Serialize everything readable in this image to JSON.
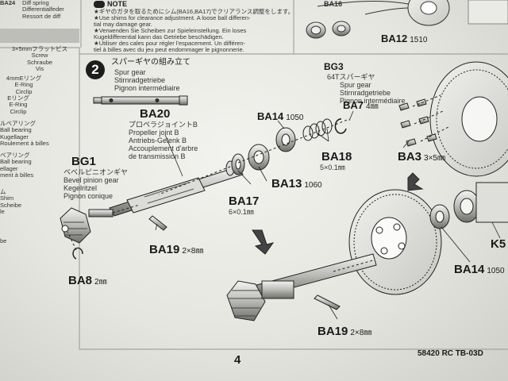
{
  "left_column": {
    "parts": [
      {
        "code": "BA24",
        "desc": "Diff spring\nDifferentialfeder\nRessort de diff"
      },
      {
        "code": "",
        "desc": "3×5mmフラットビス\nScrew\nSchraube\nVis"
      },
      {
        "code": "",
        "desc": "4mmEリング\nE-Ring\nCirclip"
      },
      {
        "code": "",
        "desc": "Eリング\nE-Ring\nCirclip"
      },
      {
        "code": "",
        "desc": "ルベアリング\nBall bearing\nKugellager\nRoulement à billes"
      },
      {
        "code": "",
        "desc": "ベアリング\nBall bearing\nellager\nment à billes"
      },
      {
        "code": "",
        "desc": "ム\nShim\nScheibe\nle"
      },
      {
        "code": "",
        "desc": "be"
      }
    ]
  },
  "note": {
    "heading": "NOTE",
    "lines": [
      "★ギヤのガタを取るためにシム(BA16,BA17)でクリアランス調整をします。",
      "★Use shims for clearance adjustment. A loose ball differen-",
      "tial may damage gear.",
      "★Verwenden Sie Scheiben zur Spieleinstellung. Ein loses",
      "Kugeldifferential kann das Getriebe beschädigen.",
      "★Utiliser des cales pour régler l'espacement. Un différen-",
      "tiel à billes avec du jeu peut endommager le pignonnerie."
    ]
  },
  "top_right": {
    "part": "BA12",
    "size": "1510",
    "partial_label": "BA16"
  },
  "step": {
    "number": "2",
    "title_jp": "スパーギヤの組み立て",
    "title_en": "Spur gear",
    "title_de": "Stirnradgetriebe",
    "title_fr": "Pignon intermédiaire"
  },
  "labels": {
    "ba20": {
      "code": "BA20",
      "jp": "プロペラジョイントB",
      "en": "Propeller joint B",
      "de": "Antriebs-Gelenk B",
      "fr": "Accouplement d'arbre",
      "fr2": "de transmission B"
    },
    "bg1": {
      "code": "BG1",
      "jp": "ベベルピニオンギヤ",
      "en": "Bevel pinion gear",
      "de": "Kegelritzel",
      "fr": "Pignon conique"
    },
    "bg3": {
      "code": "BG3",
      "jp": "64Tスパーギヤ",
      "en": "Spur gear",
      "de": "Stirnradgetriebe",
      "fr": "Pignon intermédiaire"
    },
    "ba14_top": {
      "code": "BA14",
      "size": "1050"
    },
    "ba7": {
      "code": "BA7",
      "size": "4㎜"
    },
    "ba18": {
      "code": "BA18",
      "size": "5×0.1㎜"
    },
    "ba3": {
      "code": "BA3",
      "size": "3×5㎜"
    },
    "ba13": {
      "code": "BA13",
      "size": "1060"
    },
    "ba17": {
      "code": "BA17",
      "size": "6×0.1㎜"
    },
    "ba19_top": {
      "code": "BA19",
      "size": "2×8㎜"
    },
    "ba8": {
      "code": "BA8",
      "size": "2㎜"
    },
    "k5": {
      "code": "K5"
    },
    "ba14_bottom": {
      "code": "BA14",
      "size": "1050"
    },
    "ba19_bottom": {
      "code": "BA19",
      "size": "2×8㎜"
    }
  },
  "footer": {
    "page": "4",
    "model": "58420 RC TB-03D"
  }
}
